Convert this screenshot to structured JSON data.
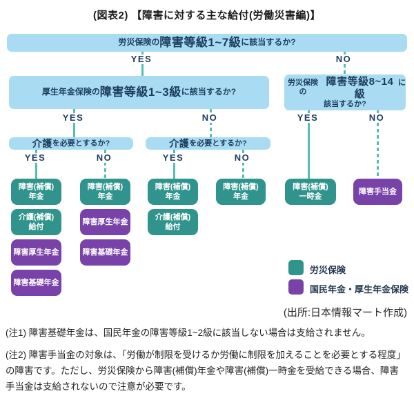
{
  "title": "(図表2) 【障害に対する主な給付(労働災害編)】",
  "labels": {
    "yes": "YES",
    "no": "NO"
  },
  "questions": {
    "q1": {
      "pre": "労災保険の",
      "em": "障害等級1~7級",
      "post": "に該当するか?"
    },
    "q2": {
      "pre": "厚生年金保険の",
      "em": "障害等級1~3級",
      "post": "に該当するか?"
    },
    "q3": {
      "pre": "労災保険の",
      "em": "障害等級8~14級",
      "post": "に",
      "line2": "該当するか?"
    },
    "q4": {
      "em": "介護",
      "post": "を必要とするか?"
    },
    "q5": {
      "em": "介護",
      "post": "を必要とするか?"
    }
  },
  "benefits": {
    "c1": [
      "障害(補償)\n年金",
      "介護(補償)\n給付",
      "障害厚生年金",
      "障害基礎年金"
    ],
    "c2": [
      "障害(補償)\n年金",
      "障害厚生年金",
      "障害基礎年金"
    ],
    "c3": [
      "障害(補償)\n年金",
      "介護(補償)\n給付"
    ],
    "c4": [
      "障害(補償)\n年金"
    ],
    "c5": [
      "障害(補償)\n一時金"
    ],
    "c6": [
      "障害手当金"
    ]
  },
  "legend": {
    "items": [
      {
        "label": "労災保険",
        "color": "#30948d"
      },
      {
        "label": "国民年金・厚生年金保険",
        "color": "#7842a8"
      }
    ]
  },
  "source": "(出所:日本情報マート作成)",
  "notes": [
    "(注1) 障害基礎年金は、国民年金の障害等級1~2級に該当しない場合は支給されません。",
    "(注2) 障害手当金の対象は、「労働が制限を受けるか労働に制限を加えることを必要とする程度」\nの障害です。ただし、労災保険から障害(補償)年金や障害(補償)一時金を受給できる場合、障害\n手当金は支給されないので注意が必要です。"
  ],
  "colors": {
    "question_bg": "#a9dcf3",
    "question_text": "#1b3c5e",
    "rousai_teal": "#30948d",
    "nenkin_purple": "#7842a8",
    "connector_teal": "#55bdb2",
    "yesno_text": "#1e3a5f"
  }
}
